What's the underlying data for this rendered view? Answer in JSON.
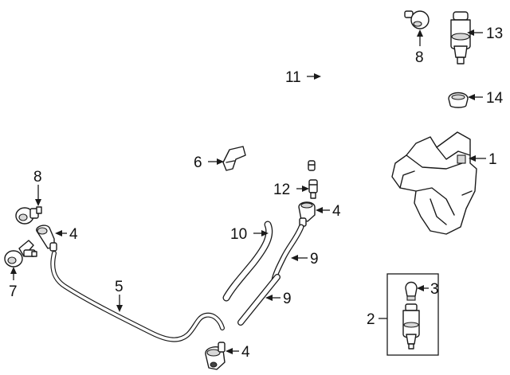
{
  "callouts": {
    "c1": "1",
    "c2": "2",
    "c3": "3",
    "c4a": "4",
    "c4b": "4",
    "c4c": "4",
    "c5": "5",
    "c6": "6",
    "c7": "7",
    "c8a": "8",
    "c8b": "8",
    "c9a": "9",
    "c9b": "9",
    "c10": "10",
    "c11": "11",
    "c12": "12",
    "c13": "13",
    "c14": "14"
  }
}
